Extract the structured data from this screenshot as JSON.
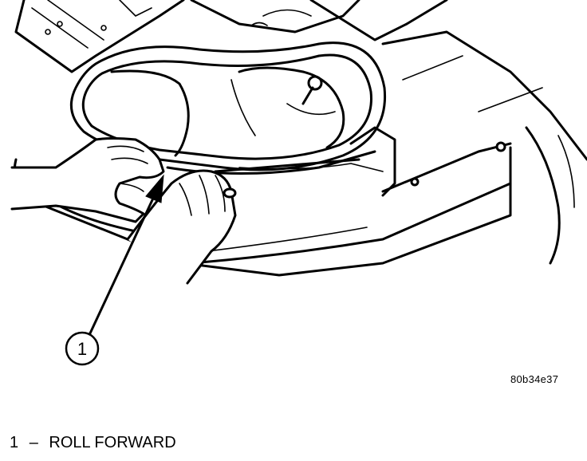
{
  "callout": {
    "number": "1"
  },
  "figure_code": "80b34e37",
  "legend": {
    "number": "1",
    "separator": "–",
    "text": "ROLL FORWARD"
  }
}
